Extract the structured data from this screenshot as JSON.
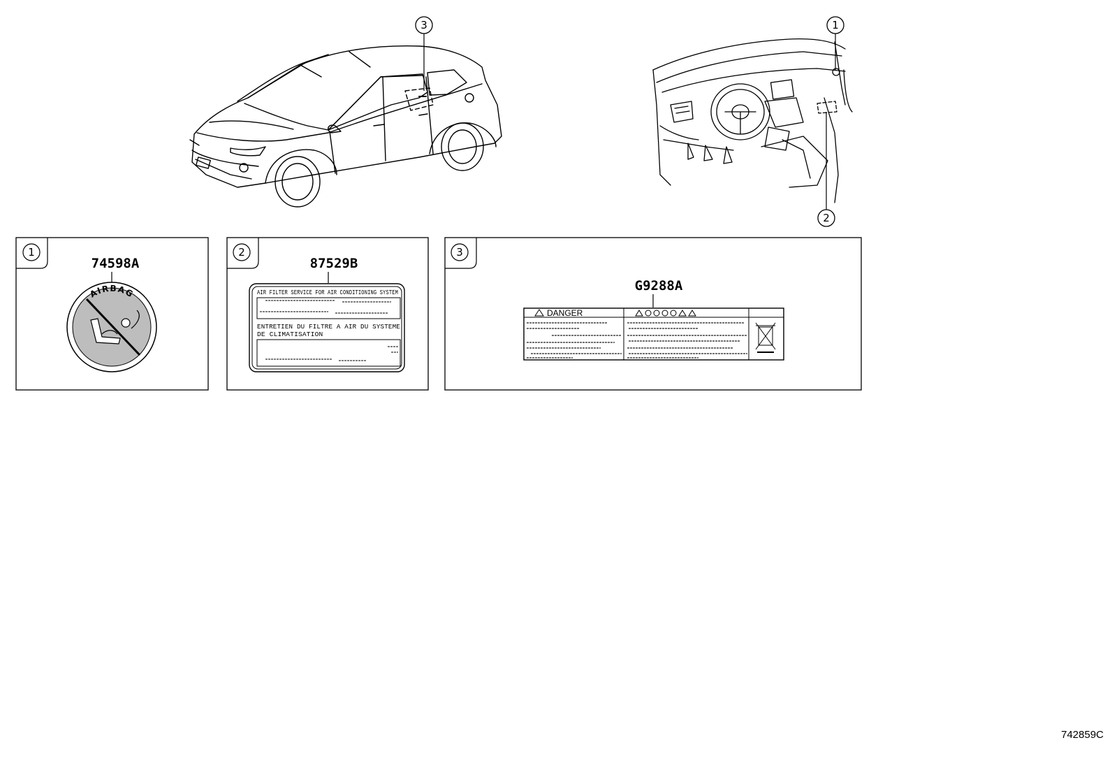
{
  "callouts": {
    "one": "1",
    "two": "2",
    "three": "3"
  },
  "panels": {
    "panel1": {
      "callout": "1",
      "part_number": "74598A",
      "label_text": "AIRBAG"
    },
    "panel2": {
      "callout": "2",
      "part_number": "87529B",
      "line_en": "AIR FILTER SERVICE FOR AIR CONDITIONING SYSTEM",
      "line_fr_1": "ENTRETIEN DU FILTRE A AIR DU SYSTEME",
      "line_fr_2": "DE CLIMATISATION"
    },
    "panel3": {
      "callout": "3",
      "part_number": "G9288A",
      "danger_text": "DANGER"
    }
  },
  "figure_id": "742859C"
}
